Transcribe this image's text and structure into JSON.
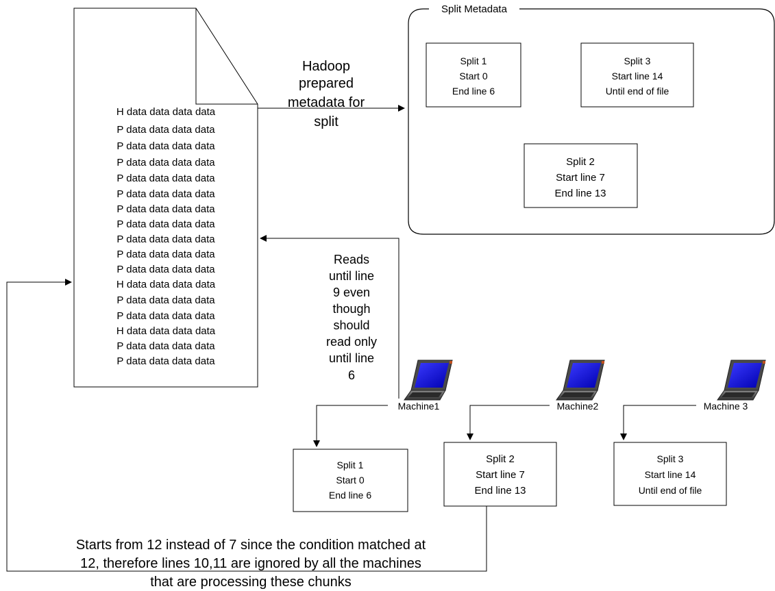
{
  "document": {
    "lines": [
      "H data data data data",
      "P data data data data",
      "P data data data data",
      "P data data data data",
      "P data data data data",
      "P data data data data",
      "P data data data data",
      "P data data data data",
      "P data data data data",
      "P data data data data",
      "P data data data data",
      "H data data data data",
      "P data data data data",
      "P data data data data",
      "H data data data data",
      "P data data data data",
      "P data data data data"
    ]
  },
  "arrow_label_top": [
    "Hadoop",
    "prepared",
    "metadata for",
    "split"
  ],
  "metadata_panel": {
    "title": "Split Metadata",
    "split1": [
      "Split 1",
      "Start 0",
      "End line 6"
    ],
    "split2": [
      "Split 2",
      "Start line 7",
      "End line 13"
    ],
    "split3": [
      "Split 3",
      "Start line 14",
      "Until end of file"
    ]
  },
  "reads_note": [
    "Reads",
    "until line",
    "9  even",
    "though",
    "should",
    "read only",
    "until line",
    "6"
  ],
  "machines": {
    "m1": "Machine1",
    "m2": "Machine2",
    "m3": "Machine 3"
  },
  "bottom_splits": {
    "split1": [
      "Split 1",
      "Start 0",
      "End line 6"
    ],
    "split2": [
      "Split 2",
      "Start line 7",
      "End line 13"
    ],
    "split3": [
      "Split 3",
      "Start line 14",
      "Until end of file"
    ]
  },
  "bottom_note": [
    "Starts from 12 instead of 7 since the condition matched at",
    "12, therefore lines 10,11 are ignored by all the machines",
    "that are processing these chunks"
  ]
}
